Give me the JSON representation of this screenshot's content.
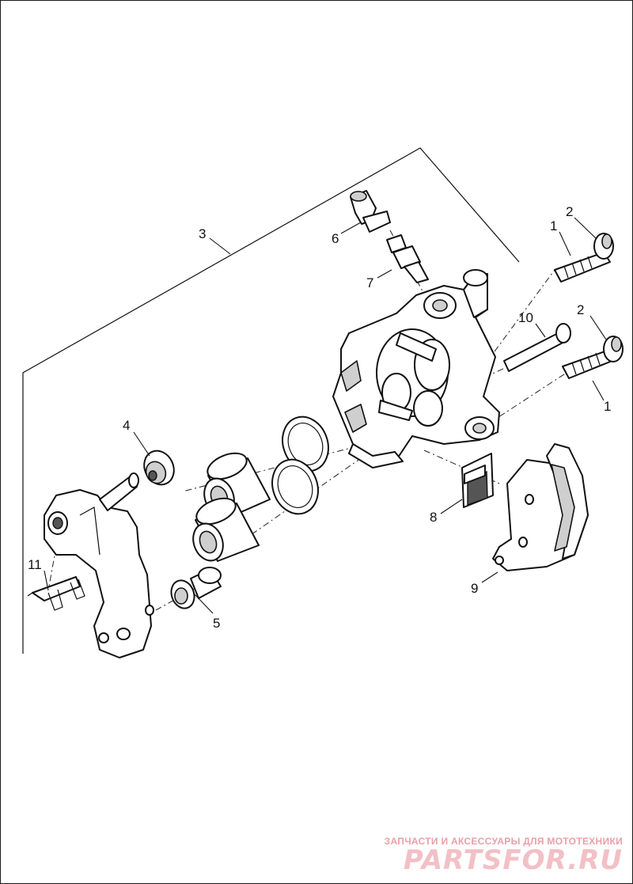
{
  "diagram": {
    "callouts": {
      "c1a": "1",
      "c1b": "1",
      "c2a": "2",
      "c2b": "2",
      "c3": "3",
      "c4": "4",
      "c5": "5",
      "c6": "6",
      "c7": "7",
      "c8": "8",
      "c9": "9",
      "c10": "10",
      "c11": "11"
    }
  },
  "watermark": {
    "tagline": "ЗАПЧАСТИ И АКСЕССУАРЫ ДЛЯ МОТОТЕХНИКИ",
    "logo": "PARTSFOR.RU"
  }
}
